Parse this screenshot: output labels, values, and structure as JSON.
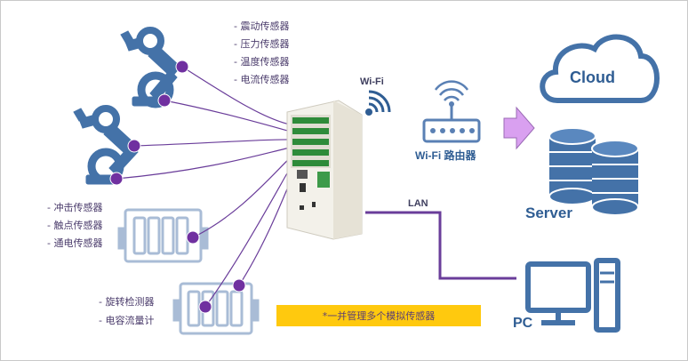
{
  "sensors_group1": [
    "- 震动传感器",
    "- 压力传感器",
    "- 温度传感器",
    "- 电流传感器"
  ],
  "sensors_group2": [
    "- 冲击传感器",
    "- 触点传感器",
    "- 通电传感器"
  ],
  "sensors_group3": [
    "- 旋转检测器",
    "- 电容流量计"
  ],
  "wifi_label": "Wi-Fi",
  "router_label": "Wi-Fi 路由器",
  "lan_label": "LAN",
  "cloud_label": "Cloud",
  "server_label": "Server",
  "pc_label": "PC",
  "note": "*一并管理多个模拟传感器",
  "icons": [
    "robot-arm-icon",
    "wifi-icon",
    "router-icon",
    "arrow-right-icon",
    "cloud-icon",
    "server-icon",
    "pc-icon",
    "equipment-rack-icon"
  ],
  "colors": {
    "accent_blue": "#4472a8",
    "line_purple": "#6a3d9a",
    "arrow_violet": "#d9a0f0",
    "note_yellow": "#ffc90e",
    "label_text": "#4a3b6b"
  }
}
